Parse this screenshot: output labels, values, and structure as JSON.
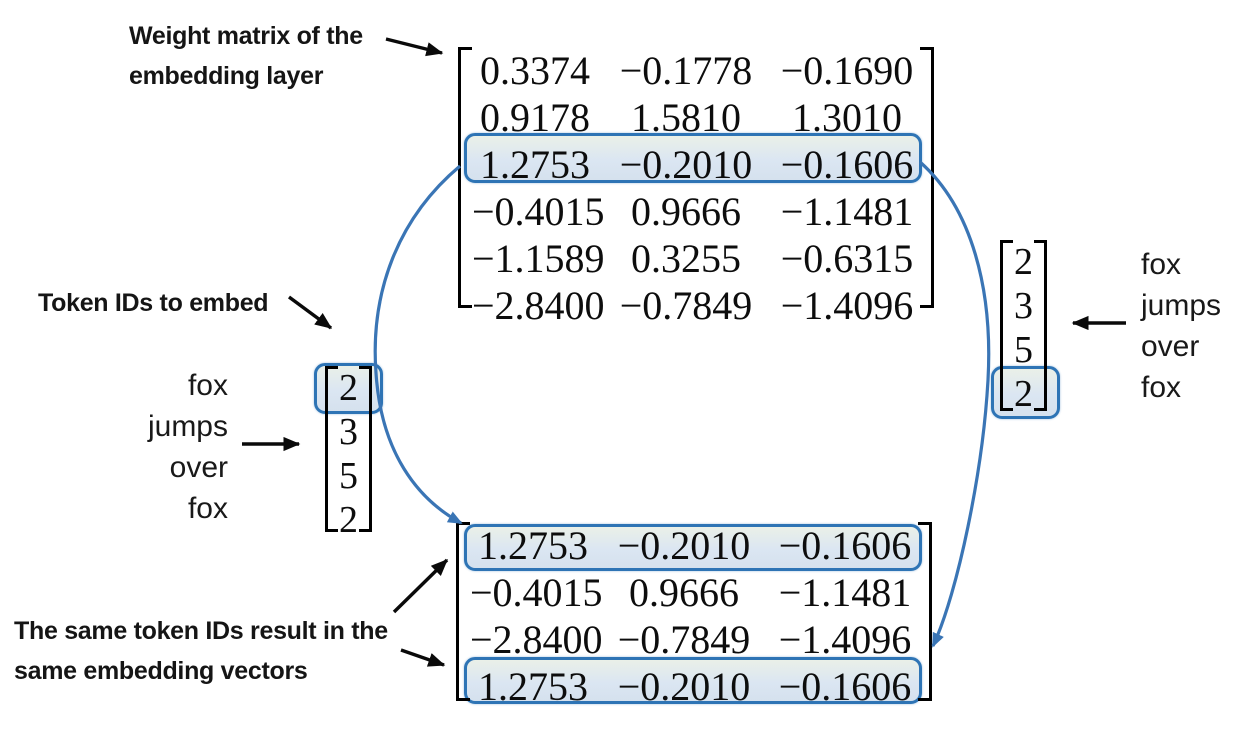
{
  "labels": {
    "weight_matrix": {
      "line1": "Weight matrix of the",
      "line2": "embedding layer"
    },
    "token_ids": "Token IDs to embed",
    "same_ids": {
      "line1": "The same token IDs result in the",
      "line2": "same embedding vectors"
    }
  },
  "weight_matrix": {
    "rows": [
      [
        "0.3374",
        "−0.1778",
        "−0.1690"
      ],
      [
        "0.9178",
        "1.5810",
        "1.3010"
      ],
      [
        "1.2753",
        "−0.2010",
        "−0.1606"
      ],
      [
        "−0.4015",
        "0.9666",
        "−1.1481"
      ],
      [
        "−1.1589",
        "0.3255",
        "−0.6315"
      ],
      [
        "−2.8400",
        "−0.7849",
        "−1.4096"
      ]
    ],
    "highlighted_row_index": 2
  },
  "output_matrix": {
    "rows": [
      [
        "1.2753",
        "−0.2010",
        "−0.1606"
      ],
      [
        "−0.4015",
        "0.9666",
        "−1.1481"
      ],
      [
        "−2.8400",
        "−0.7849",
        "−1.4096"
      ],
      [
        "1.2753",
        "−0.2010",
        "−0.1606"
      ]
    ],
    "highlighted_row_indices": [
      0,
      3
    ]
  },
  "left_tokens": {
    "words": [
      "fox",
      "jumps",
      "over",
      "fox"
    ],
    "ids": [
      "2",
      "3",
      "5",
      "2"
    ],
    "highlighted_index": 0
  },
  "right_tokens": {
    "words": [
      "fox",
      "jumps",
      "over",
      "fox"
    ],
    "ids": [
      "2",
      "3",
      "5",
      "2"
    ],
    "highlighted_index": 3
  },
  "colors": {
    "highlight_border": "#2e74b5",
    "highlight_fill": "#dbe6f2",
    "connector_blue": "#3a75b5",
    "arrow_black": "#0a0a0a"
  }
}
